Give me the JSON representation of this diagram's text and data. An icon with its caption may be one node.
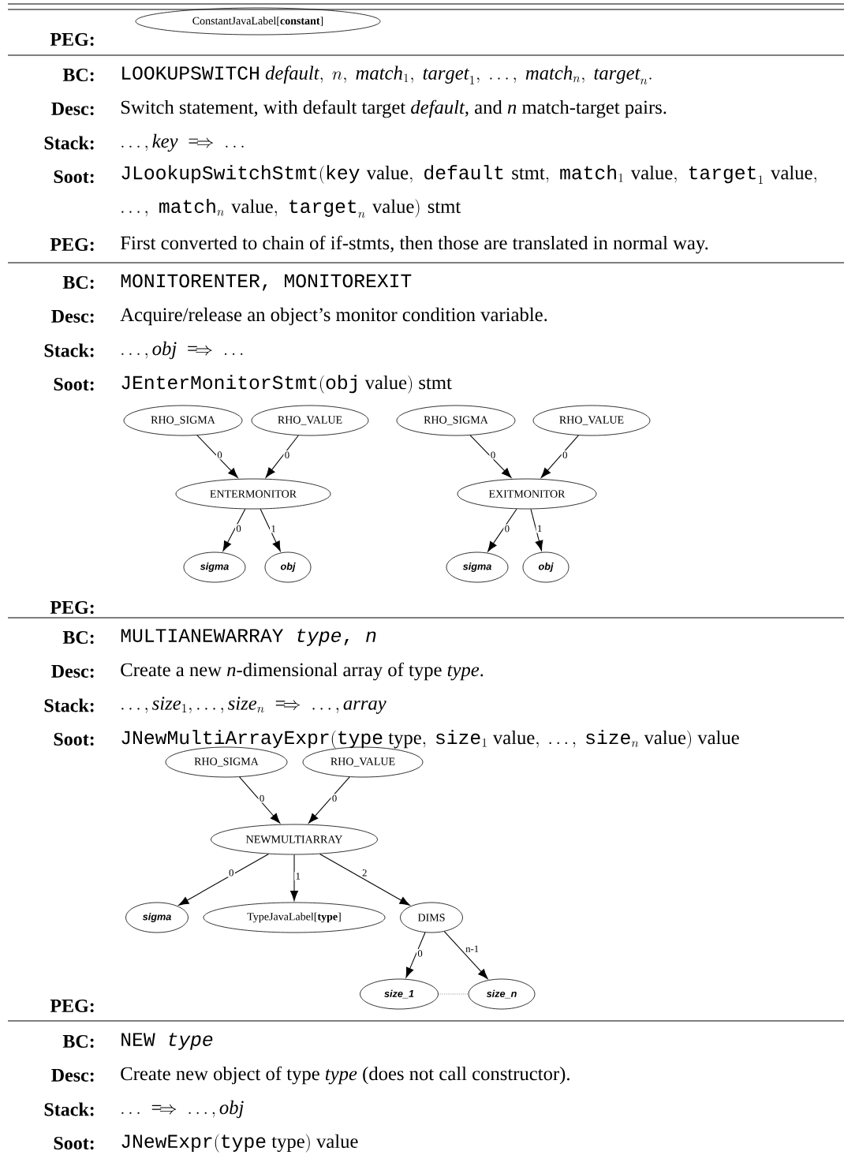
{
  "diagram": {
    "nodes": [
      {
        "text": [
          "ConstantJavaLabel[**constant**]"
        ]
      },
      {
        "text": [
          "RHO_SIGMA"
        ]
      },
      {
        "text": [
          "RHO_VALUE"
        ]
      },
      {
        "text": [
          "ENTERMONITOR"
        ]
      },
      {
        "text": [
          "sigma"
        ]
      },
      {
        "text": [
          "obj"
        ]
      },
      {
        "text": [
          "RHO_SIGMA"
        ]
      },
      {
        "text": [
          "RHO_VALUE"
        ]
      },
      {
        "text": [
          "EXITMONITOR"
        ]
      },
      {
        "text": [
          "sigma"
        ]
      },
      {
        "text": [
          "obj"
        ]
      },
      {
        "text": [
          "RHO_SIGMA"
        ]
      },
      {
        "text": [
          "RHO_VALUE"
        ]
      },
      {
        "text": [
          "NEWMULTIARRAY"
        ]
      },
      {
        "text": [
          "sigma"
        ]
      },
      {
        "text": [
          "TypeJavaLabel[**type**]"
        ]
      },
      {
        "text": [
          "DIMS"
        ]
      },
      {
        "text": [
          "size_1"
        ]
      },
      {
        "text": [
          "size_n"
        ]
      }
    ],
    "edges": [
      {
        "from": 1,
        "to": 3,
        "arrow": "to",
        "label": "0"
      },
      {
        "from": 2,
        "to": 3,
        "arrow": "to",
        "label": "0"
      },
      {
        "from": 3,
        "to": 4,
        "arrow": "to",
        "label": "0"
      },
      {
        "from": 3,
        "to": 5,
        "arrow": "to",
        "label": "1"
      },
      {
        "from": 6,
        "to": 8,
        "arrow": "to",
        "label": "0"
      },
      {
        "from": 7,
        "to": 8,
        "arrow": "to",
        "label": "0"
      },
      {
        "from": 8,
        "to": 9,
        "arrow": "to",
        "label": "0"
      },
      {
        "from": 8,
        "to": 10,
        "arrow": "to",
        "label": "1"
      },
      {
        "from": 11,
        "to": 13,
        "arrow": "to",
        "label": "0"
      },
      {
        "from": 12,
        "to": 13,
        "arrow": "to",
        "label": "0"
      },
      {
        "from": 13,
        "to": 14,
        "arrow": "to",
        "label": "0"
      },
      {
        "from": 13,
        "to": 15,
        "arrow": "to",
        "label": "1"
      },
      {
        "from": 13,
        "to": 16,
        "arrow": "to",
        "label": "2"
      },
      {
        "from": 16,
        "to": 17,
        "arrow": "to",
        "label": "0"
      },
      {
        "from": 16,
        "to": 18,
        "arrow": "to",
        "label": "n-1"
      },
      {
        "from": 17,
        "to": 18,
        "arrow": "none",
        "style": "dashed",
        "color": "#999999"
      }
    ],
    "labels": [
      "PEG:",
      "BC:",
      "\\texttt{LOOKUPSWITCH}\\ \\mathit{default},\\ n,\\ \\mathit{match}_1,\\ \\mathit{target}_1,\\ \\ldots,\\ \\mathit{match}_n,\\ \\mathit{target}_n.",
      "Desc:",
      "Switch statement, with default target *default*, and *n* match-target pairs.",
      "Stack:",
      "\\ldots,\\mathit{key}\\implies\\ldots",
      "Soot:",
      "\\texttt{JLookupSwitchStmt}(\\texttt{key}\\ \\mathrm{value},\\ \\texttt{default}\\ \\mathrm{stmt},\\ \\texttt{match}_1\\ \\mathrm{value},\\ \\texttt{target}_1\\ \\mathrm{value},\\allowbreak\\ \\ldots,\\ \\texttt{match}_n\\ \\mathrm{value},\\ \\texttt{target}_n\\ \\mathrm{value})\\ \\mathrm{stmt}",
      "PEG:",
      "First converted to chain of if-stmts, then those are translated in normal way.",
      "BC:",
      "MONITORENTER, MONITOREXIT",
      "Desc:",
      "Acquire/release an object’s monitor condition variable.",
      "Stack:",
      "\\ldots,\\mathit{obj}\\implies\\ldots",
      "Soot:",
      "\\texttt{JEnterMonitorStmt}(\\texttt{obj}\\ \\mathrm{value})\\ \\mathrm{stmt}",
      "PEG:",
      "BC:",
      "\\texttt{MULTIANEWARRAY \\textit{type}, \\textit{n}}",
      "Desc:",
      "Create a new *n*-dimensional array of type *type*.",
      "Stack:",
      "\\ldots,\\mathit{size}_1,\\ldots,\\mathit{size}_n\\implies\\ldots,\\mathit{array}",
      "Soot:",
      "\\texttt{JNewMultiArrayExpr}(\\texttt{type}\\ \\mathrm{type},\\ \\texttt{size}_1\\ \\mathrm{value},\\ \\ldots,\\ \\texttt{size}_n\\ \\mathrm{value})\\ \\mathrm{value}",
      "PEG:",
      "BC:",
      "\\texttt{NEW \\textit{type}}",
      "Desc:",
      "Create new object of type *type* (does not call constructor).",
      "Stack:",
      "\\ldots\\implies\\ldots,\\mathit{obj}",
      "Soot:",
      "\\texttt{JNewExpr}(\\texttt{type}\\ \\mathrm{type})\\ \\mathrm{value}"
    ]
  }
}
